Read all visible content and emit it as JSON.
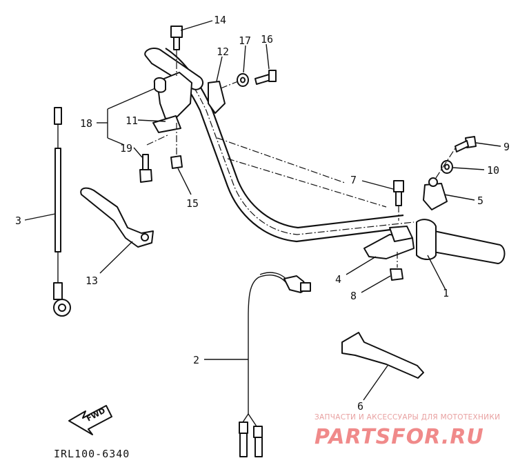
{
  "diagram": {
    "code": "IRL100-6340",
    "fwd_label": "FWD",
    "watermark_line1": "ЗАПЧАСТИ И АКСЕССУАРЫ ДЛЯ МОТОТЕХНИКИ",
    "watermark_line2": "PARTSFOR.RU",
    "callouts": [
      {
        "id": "14",
        "label": "14"
      },
      {
        "id": "17",
        "label": "17"
      },
      {
        "id": "16",
        "label": "16"
      },
      {
        "id": "12",
        "label": "12"
      },
      {
        "id": "18",
        "label": "18"
      },
      {
        "id": "11",
        "label": "11"
      },
      {
        "id": "19",
        "label": "19"
      },
      {
        "id": "15",
        "label": "15"
      },
      {
        "id": "3",
        "label": "3"
      },
      {
        "id": "13",
        "label": "13"
      },
      {
        "id": "9",
        "label": "9"
      },
      {
        "id": "10",
        "label": "10"
      },
      {
        "id": "7",
        "label": "7"
      },
      {
        "id": "5",
        "label": "5"
      },
      {
        "id": "4",
        "label": "4"
      },
      {
        "id": "8",
        "label": "8"
      },
      {
        "id": "1",
        "label": "1"
      },
      {
        "id": "2",
        "label": "2"
      },
      {
        "id": "6",
        "label": "6"
      }
    ]
  }
}
